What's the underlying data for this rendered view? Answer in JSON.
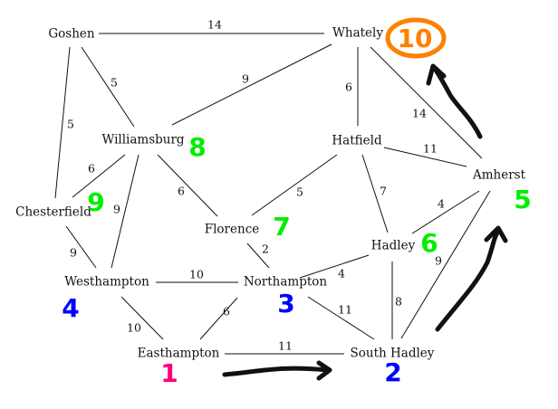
{
  "nodes": {
    "goshen": "Goshen",
    "whately": "Whately",
    "williamsburg": "Williamsburg",
    "hatfield": "Hatfield",
    "amherst": "Amherst",
    "chesterfield": "Chesterfield",
    "florence": "Florence",
    "hadley": "Hadley",
    "westhampton": "Westhampton",
    "northampton": "Northampton",
    "easthampton": "Easthampton",
    "south_hadley": "South Hadley"
  },
  "edges": [
    {
      "from": "Goshen",
      "to": "Whately",
      "weight": "14"
    },
    {
      "from": "Whately",
      "to": "Williamsburg",
      "weight": "9"
    },
    {
      "from": "Goshen",
      "to": "Williamsburg",
      "weight": "5"
    },
    {
      "from": "Goshen",
      "to": "Chesterfield",
      "weight": "5"
    },
    {
      "from": "Whately",
      "to": "Hatfield",
      "weight": "6"
    },
    {
      "from": "Whately",
      "to": "Amherst",
      "weight": "14"
    },
    {
      "from": "Hatfield",
      "to": "Amherst",
      "weight": "11"
    },
    {
      "from": "Williamsburg",
      "to": "Chesterfield",
      "weight": "6"
    },
    {
      "from": "Williamsburg",
      "to": "Westhampton",
      "weight": "9"
    },
    {
      "from": "Williamsburg",
      "to": "Florence",
      "weight": "6"
    },
    {
      "from": "Hatfield",
      "to": "Florence",
      "weight": "5"
    },
    {
      "from": "Hatfield",
      "to": "Hadley",
      "weight": "7"
    },
    {
      "from": "Amherst",
      "to": "Hadley",
      "weight": "4"
    },
    {
      "from": "Amherst",
      "to": "South Hadley",
      "weight": "9"
    },
    {
      "from": "Chesterfield",
      "to": "Westhampton",
      "weight": "9"
    },
    {
      "from": "Florence",
      "to": "Northampton",
      "weight": "2"
    },
    {
      "from": "Hadley",
      "to": "Northampton",
      "weight": "4"
    },
    {
      "from": "Hadley",
      "to": "South Hadley",
      "weight": "8"
    },
    {
      "from": "Westhampton",
      "to": "Northampton",
      "weight": "10"
    },
    {
      "from": "Westhampton",
      "to": "Easthampton",
      "weight": "10"
    },
    {
      "from": "Northampton",
      "to": "Easthampton",
      "weight": "6"
    },
    {
      "from": "Northampton",
      "to": "South Hadley",
      "weight": "11"
    },
    {
      "from": "Easthampton",
      "to": "South Hadley",
      "weight": "11"
    }
  ],
  "annotations": {
    "easthampton": {
      "label": "1",
      "color": "#ff0080"
    },
    "south_hadley": {
      "label": "2",
      "color": "#0000ff"
    },
    "northampton": {
      "label": "3",
      "color": "#0000ff"
    },
    "westhampton": {
      "label": "4",
      "color": "#0000ff"
    },
    "amherst": {
      "label": "5",
      "color": "#00ee00"
    },
    "hadley": {
      "label": "6",
      "color": "#00ee00"
    },
    "florence": {
      "label": "7",
      "color": "#00ee00"
    },
    "williamsburg": {
      "label": "8",
      "color": "#00ee00"
    },
    "chesterfield": {
      "label": "9",
      "color": "#00ee00"
    },
    "whately": {
      "label": "10",
      "color": "#ff8000"
    }
  }
}
